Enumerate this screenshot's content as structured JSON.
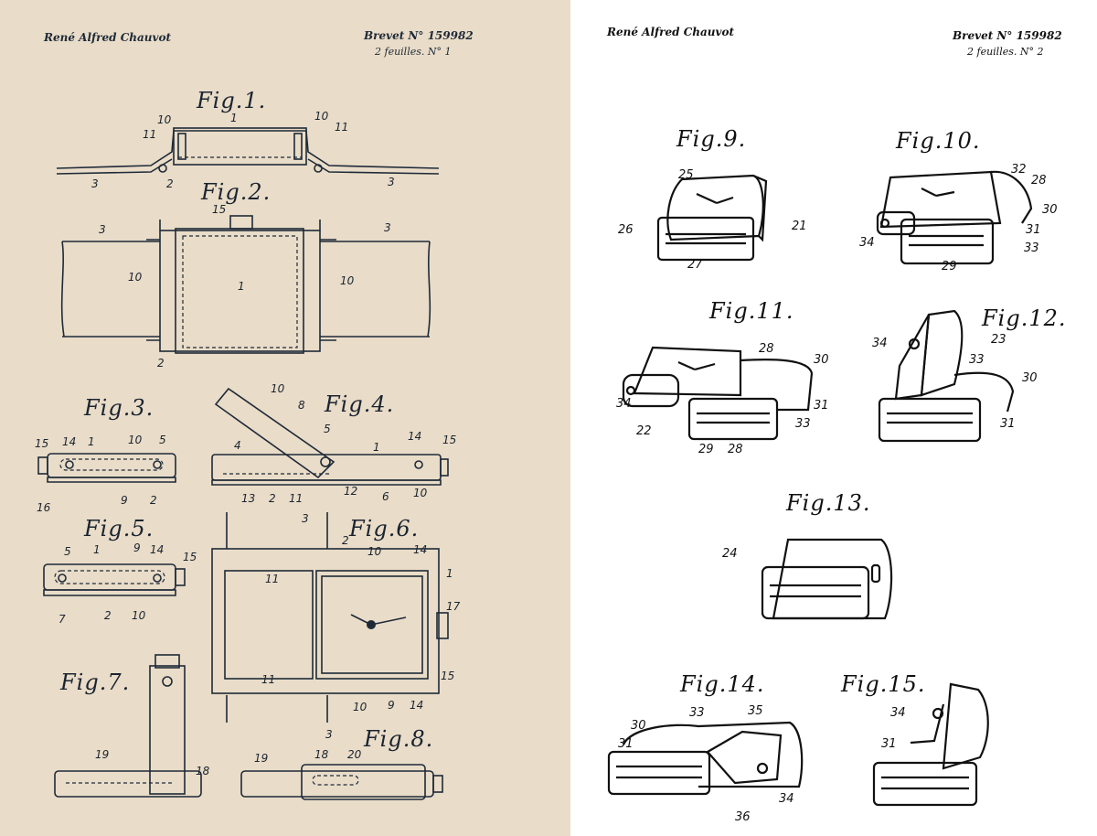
{
  "sheets": [
    {
      "inventor": "René Alfred Chauvot",
      "brevet": "Brevet N° 159982",
      "feuilles": "2 feuilles.  N° 1",
      "figures": [
        "Fig.1.",
        "Fig.2.",
        "Fig.3.",
        "Fig.4.",
        "Fig.5.",
        "Fig.6.",
        "Fig.7.",
        "Fig.8."
      ]
    },
    {
      "inventor": "René Alfred Chauvot",
      "brevet": "Brevet N° 159982",
      "feuilles": "2 feuilles.  N° 2",
      "figures": [
        "Fig.9.",
        "Fig.10.",
        "Fig.11.",
        "Fig.12.",
        "Fig.13.",
        "Fig.14.",
        "Fig.15."
      ]
    }
  ],
  "refs": [
    "1",
    "2",
    "3",
    "4",
    "5",
    "6",
    "7",
    "8",
    "9",
    "10",
    "11",
    "12",
    "13",
    "14",
    "15",
    "16",
    "17",
    "18",
    "19",
    "20",
    "21",
    "22",
    "23",
    "24",
    "25",
    "26",
    "27",
    "28",
    "29",
    "30",
    "31",
    "32",
    "33",
    "34",
    "35",
    "36"
  ],
  "colors": {
    "paper1": "#e9dcc8",
    "ink1": "#1e2a38",
    "paper2": "#ffffff",
    "ink2": "#111111"
  }
}
